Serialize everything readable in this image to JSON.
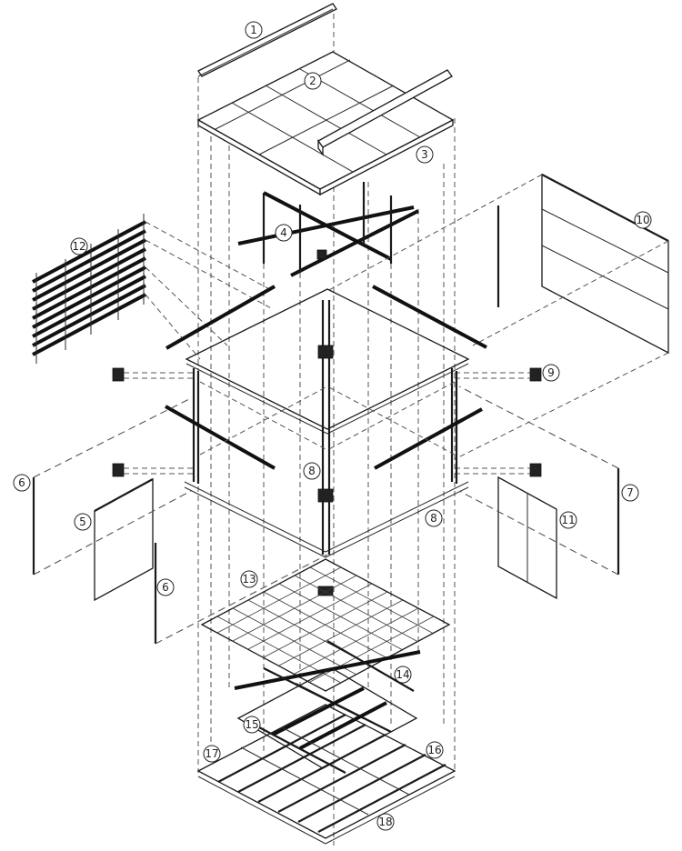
{
  "diagram": {
    "callouts": [
      {
        "id": "c1",
        "label": "1"
      },
      {
        "id": "c2",
        "label": "2"
      },
      {
        "id": "c3",
        "label": "3"
      },
      {
        "id": "c4",
        "label": "4"
      },
      {
        "id": "c5",
        "label": "5"
      },
      {
        "id": "c6a",
        "label": "6"
      },
      {
        "id": "c6b",
        "label": "6"
      },
      {
        "id": "c7",
        "label": "7"
      },
      {
        "id": "c8a",
        "label": "8"
      },
      {
        "id": "c8b",
        "label": "8"
      },
      {
        "id": "c9",
        "label": "9"
      },
      {
        "id": "c10",
        "label": "10"
      },
      {
        "id": "c11",
        "label": "11"
      },
      {
        "id": "c12",
        "label": "12"
      },
      {
        "id": "c13",
        "label": "13"
      },
      {
        "id": "c14",
        "label": "14"
      },
      {
        "id": "c15",
        "label": "15"
      },
      {
        "id": "c16",
        "label": "16"
      },
      {
        "id": "c17",
        "label": "17"
      },
      {
        "id": "c18",
        "label": "18"
      }
    ]
  },
  "colors": {
    "line": "#1a1a1a",
    "dashed": "#555555",
    "background": "#ffffff"
  }
}
